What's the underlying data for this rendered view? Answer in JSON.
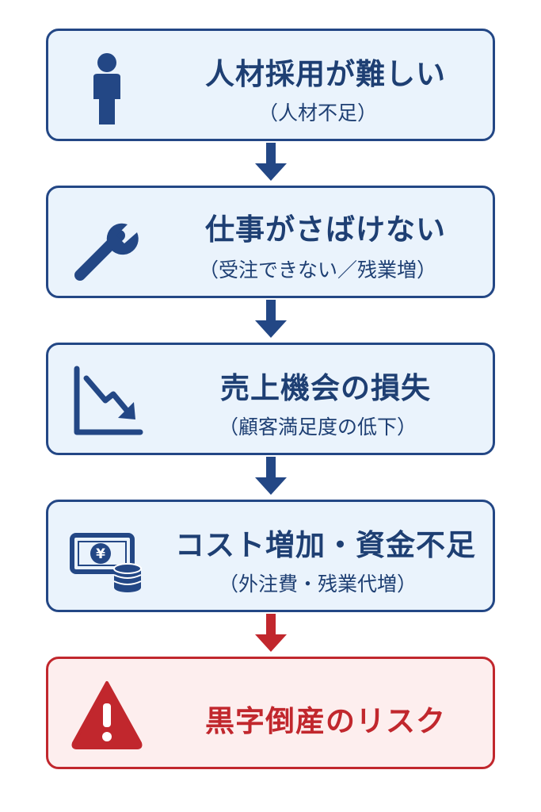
{
  "colors": {
    "navy": "#234785",
    "red": "#c1272d",
    "box_fill": "#eaf3fc",
    "danger_fill": "#fdeeee"
  },
  "steps": [
    {
      "icon": "person-icon",
      "title": "人材採用が難しい",
      "subtitle": "（人材不足）"
    },
    {
      "icon": "wrench-icon",
      "title": "仕事がさばけない",
      "subtitle": "（受注できない／残業増）"
    },
    {
      "icon": "declining-chart-icon",
      "title": "売上機会の損失",
      "subtitle": "（顧客満足度の低下）"
    },
    {
      "icon": "money-coins-icon",
      "title": "コスト増加・資金不足",
      "subtitle": "（外注費・残業代増）"
    },
    {
      "icon": "warning-icon",
      "title": "黒字倒産のリスク",
      "subtitle": ""
    }
  ]
}
